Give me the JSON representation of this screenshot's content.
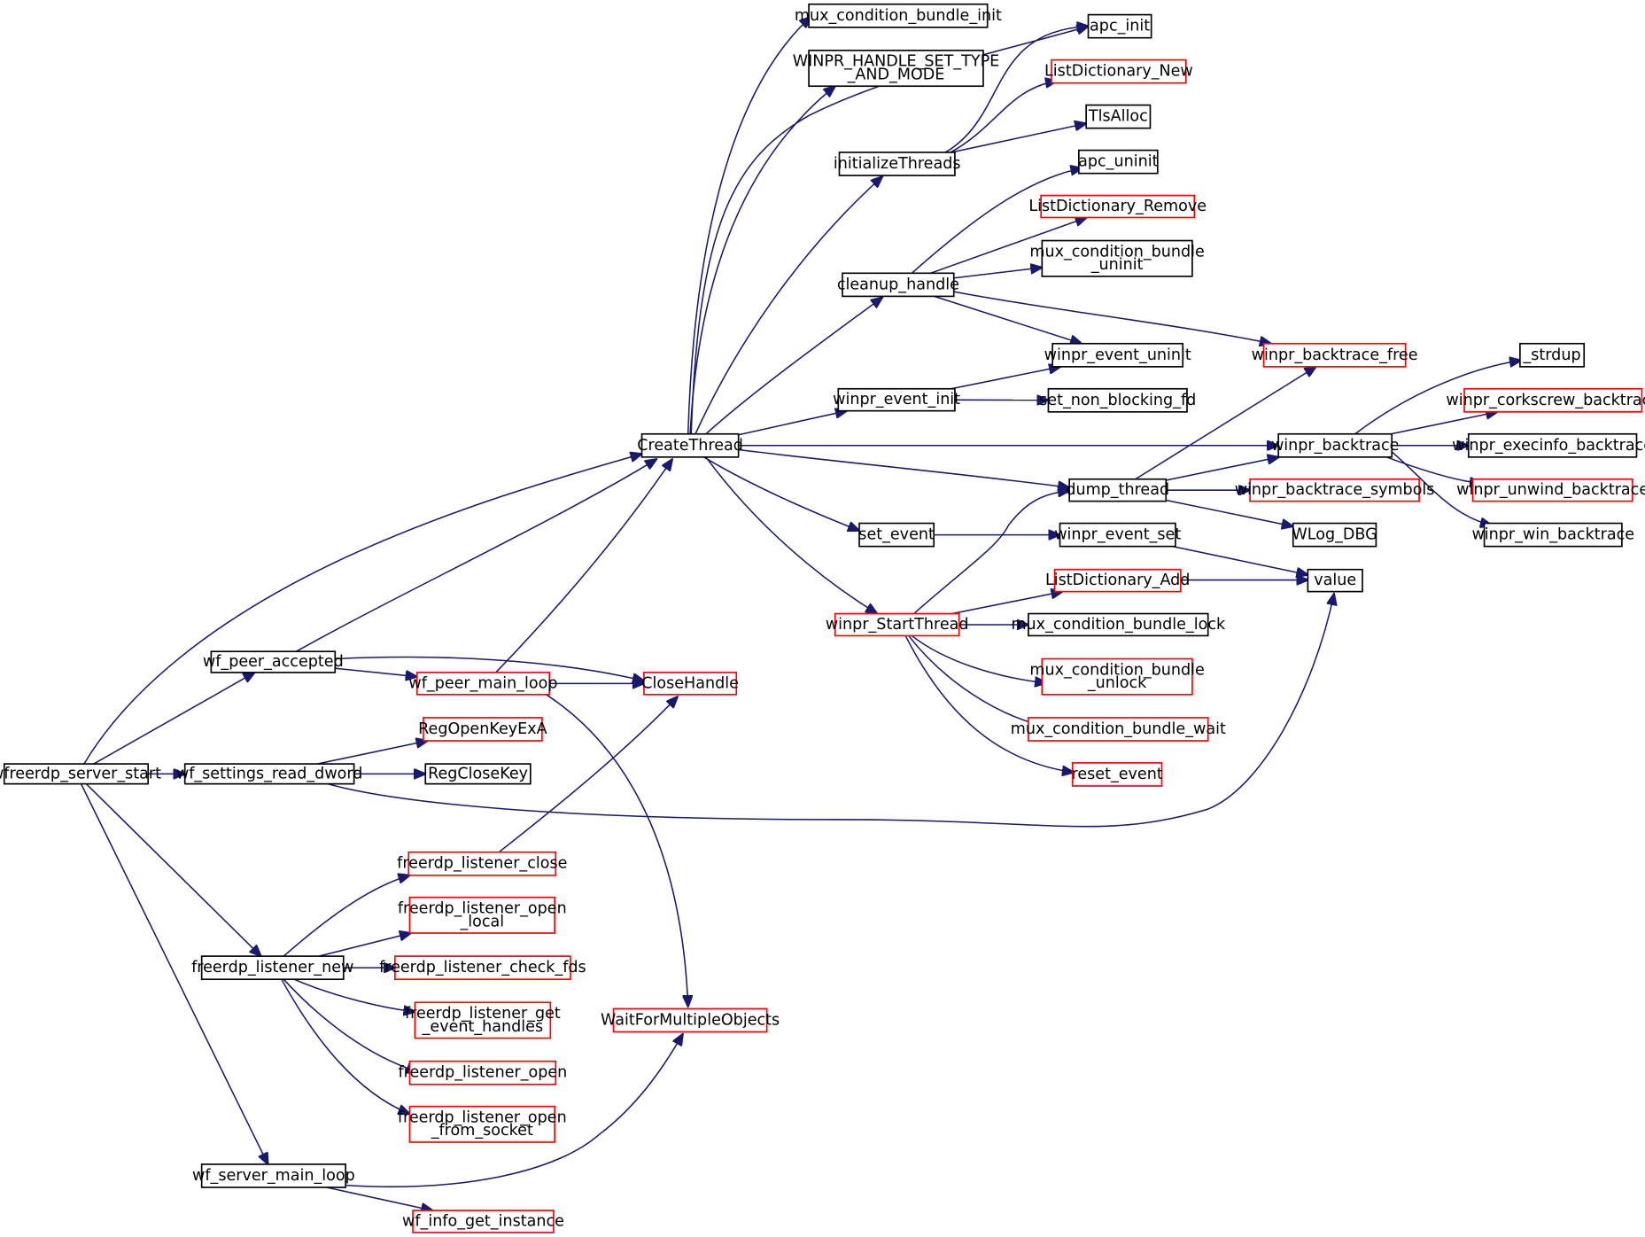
{
  "colors": {
    "edge": "#191970",
    "root_fill": "#bfbfbf",
    "default_border": "#000000",
    "truncated_border": "#ff0000"
  },
  "nodes": [
    {
      "id": "wfreerdp_server_start",
      "lines": [
        "wfreerdp_server_start"
      ],
      "root": true,
      "truncated": false
    },
    {
      "id": "wf_peer_accepted",
      "lines": [
        "wf_peer_accepted"
      ],
      "truncated": false
    },
    {
      "id": "wf_settings_read_dword",
      "lines": [
        "wf_settings_read_dword"
      ],
      "truncated": false
    },
    {
      "id": "freerdp_listener_new",
      "lines": [
        "freerdp_listener_new"
      ],
      "truncated": false
    },
    {
      "id": "wf_server_main_loop",
      "lines": [
        "wf_server_main_loop"
      ],
      "truncated": false
    },
    {
      "id": "wf_peer_main_loop",
      "lines": [
        "wf_peer_main_loop"
      ],
      "truncated": true
    },
    {
      "id": "RegOpenKeyExA",
      "lines": [
        "RegOpenKeyExA"
      ],
      "truncated": true
    },
    {
      "id": "RegCloseKey",
      "lines": [
        "RegCloseKey"
      ],
      "truncated": false
    },
    {
      "id": "freerdp_listener_close",
      "lines": [
        "freerdp_listener_close"
      ],
      "truncated": true
    },
    {
      "id": "freerdp_listener_open_local",
      "lines": [
        "freerdp_listener_open",
        "_local"
      ],
      "truncated": true
    },
    {
      "id": "freerdp_listener_check_fds",
      "lines": [
        "freerdp_listener_check_fds"
      ],
      "truncated": true
    },
    {
      "id": "freerdp_listener_get_event_handles",
      "lines": [
        "freerdp_listener_get",
        "_event_handles"
      ],
      "truncated": true
    },
    {
      "id": "freerdp_listener_open",
      "lines": [
        "freerdp_listener_open"
      ],
      "truncated": true
    },
    {
      "id": "freerdp_listener_open_from_socket",
      "lines": [
        "freerdp_listener_open",
        "_from_socket"
      ],
      "truncated": true
    },
    {
      "id": "wf_info_get_instance",
      "lines": [
        "wf_info_get_instance"
      ],
      "truncated": true
    },
    {
      "id": "CreateThread",
      "lines": [
        "CreateThread"
      ],
      "truncated": false
    },
    {
      "id": "CloseHandle",
      "lines": [
        "CloseHandle"
      ],
      "truncated": true
    },
    {
      "id": "WaitForMultipleObjects",
      "lines": [
        "WaitForMultipleObjects"
      ],
      "truncated": true
    },
    {
      "id": "mux_condition_bundle_init",
      "lines": [
        "mux_condition_bundle_init"
      ],
      "truncated": false
    },
    {
      "id": "WINPR_HANDLE_SET_TYPE_AND_MODE",
      "lines": [
        "WINPR_HANDLE_SET_TYPE",
        "_AND_MODE"
      ],
      "truncated": false
    },
    {
      "id": "initializeThreads",
      "lines": [
        "initializeThreads"
      ],
      "truncated": false
    },
    {
      "id": "cleanup_handle",
      "lines": [
        "cleanup_handle"
      ],
      "truncated": false
    },
    {
      "id": "winpr_event_init",
      "lines": [
        "winpr_event_init"
      ],
      "truncated": false
    },
    {
      "id": "set_event",
      "lines": [
        "set_event"
      ],
      "truncated": false
    },
    {
      "id": "winpr_StartThread",
      "lines": [
        "winpr_StartThread"
      ],
      "truncated": true
    },
    {
      "id": "apc_init",
      "lines": [
        "apc_init"
      ],
      "truncated": false
    },
    {
      "id": "ListDictionary_New",
      "lines": [
        "ListDictionary_New"
      ],
      "truncated": true
    },
    {
      "id": "TlsAlloc",
      "lines": [
        "TlsAlloc"
      ],
      "truncated": false
    },
    {
      "id": "apc_uninit",
      "lines": [
        "apc_uninit"
      ],
      "truncated": false
    },
    {
      "id": "ListDictionary_Remove",
      "lines": [
        "ListDictionary_Remove"
      ],
      "truncated": true
    },
    {
      "id": "mux_condition_bundle_uninit",
      "lines": [
        "mux_condition_bundle",
        "_uninit"
      ],
      "truncated": false
    },
    {
      "id": "winpr_event_uninit",
      "lines": [
        "winpr_event_uninit"
      ],
      "truncated": false
    },
    {
      "id": "set_non_blocking_fd",
      "lines": [
        "set_non_blocking_fd"
      ],
      "truncated": false
    },
    {
      "id": "dump_thread",
      "lines": [
        "dump_thread"
      ],
      "truncated": false
    },
    {
      "id": "winpr_event_set",
      "lines": [
        "winpr_event_set"
      ],
      "truncated": false
    },
    {
      "id": "ListDictionary_Add",
      "lines": [
        "ListDictionary_Add"
      ],
      "truncated": true
    },
    {
      "id": "mux_condition_bundle_lock",
      "lines": [
        "mux_condition_bundle_lock"
      ],
      "truncated": false
    },
    {
      "id": "mux_condition_bundle_unlock",
      "lines": [
        "mux_condition_bundle",
        "_unlock"
      ],
      "truncated": true
    },
    {
      "id": "mux_condition_bundle_wait",
      "lines": [
        "mux_condition_bundle_wait"
      ],
      "truncated": true
    },
    {
      "id": "reset_event",
      "lines": [
        "reset_event"
      ],
      "truncated": true
    },
    {
      "id": "winpr_backtrace_free",
      "lines": [
        "winpr_backtrace_free"
      ],
      "truncated": true
    },
    {
      "id": "winpr_backtrace",
      "lines": [
        "winpr_backtrace"
      ],
      "truncated": false
    },
    {
      "id": "winpr_backtrace_symbols",
      "lines": [
        "winpr_backtrace_symbols"
      ],
      "truncated": true
    },
    {
      "id": "WLog_DBG",
      "lines": [
        "WLog_DBG"
      ],
      "truncated": false
    },
    {
      "id": "value",
      "lines": [
        "value"
      ],
      "truncated": false
    },
    {
      "id": "_strdup",
      "lines": [
        "_strdup"
      ],
      "truncated": false
    },
    {
      "id": "winpr_corkscrew_backtrace",
      "lines": [
        "winpr_corkscrew_backtrace"
      ],
      "truncated": true
    },
    {
      "id": "winpr_execinfo_backtrace",
      "lines": [
        "winpr_execinfo_backtrace"
      ],
      "truncated": false
    },
    {
      "id": "winpr_unwind_backtrace",
      "lines": [
        "winpr_unwind_backtrace"
      ],
      "truncated": true
    },
    {
      "id": "winpr_win_backtrace",
      "lines": [
        "winpr_win_backtrace"
      ],
      "truncated": false
    }
  ],
  "edges": [
    {
      "from": "wfreerdp_server_start",
      "to": "CreateThread"
    },
    {
      "from": "wfreerdp_server_start",
      "to": "wf_peer_accepted"
    },
    {
      "from": "wfreerdp_server_start",
      "to": "wf_settings_read_dword"
    },
    {
      "from": "wfreerdp_server_start",
      "to": "freerdp_listener_new"
    },
    {
      "from": "wfreerdp_server_start",
      "to": "wf_server_main_loop"
    },
    {
      "from": "wf_peer_accepted",
      "to": "CreateThread"
    },
    {
      "from": "wf_peer_accepted",
      "to": "CloseHandle"
    },
    {
      "from": "wf_peer_accepted",
      "to": "wf_peer_main_loop"
    },
    {
      "from": "wf_peer_main_loop",
      "to": "CreateThread"
    },
    {
      "from": "wf_peer_main_loop",
      "to": "CloseHandle"
    },
    {
      "from": "wf_peer_main_loop",
      "to": "WaitForMultipleObjects"
    },
    {
      "from": "wf_settings_read_dword",
      "to": "RegOpenKeyExA"
    },
    {
      "from": "wf_settings_read_dword",
      "to": "RegCloseKey"
    },
    {
      "from": "wf_settings_read_dword",
      "to": "value"
    },
    {
      "from": "freerdp_listener_new",
      "to": "freerdp_listener_close"
    },
    {
      "from": "freerdp_listener_new",
      "to": "freerdp_listener_open_local"
    },
    {
      "from": "freerdp_listener_new",
      "to": "freerdp_listener_check_fds"
    },
    {
      "from": "freerdp_listener_new",
      "to": "freerdp_listener_get_event_handles"
    },
    {
      "from": "freerdp_listener_new",
      "to": "freerdp_listener_open"
    },
    {
      "from": "freerdp_listener_new",
      "to": "freerdp_listener_open_from_socket"
    },
    {
      "from": "freerdp_listener_close",
      "to": "CloseHandle"
    },
    {
      "from": "wf_server_main_loop",
      "to": "WaitForMultipleObjects"
    },
    {
      "from": "wf_server_main_loop",
      "to": "wf_info_get_instance"
    },
    {
      "from": "CreateThread",
      "to": "mux_condition_bundle_init"
    },
    {
      "from": "CreateThread",
      "to": "WINPR_HANDLE_SET_TYPE_AND_MODE"
    },
    {
      "from": "CreateThread",
      "to": "apc_init"
    },
    {
      "from": "CreateThread",
      "to": "initializeThreads"
    },
    {
      "from": "CreateThread",
      "to": "cleanup_handle"
    },
    {
      "from": "CreateThread",
      "to": "winpr_event_init"
    },
    {
      "from": "CreateThread",
      "to": "winpr_backtrace"
    },
    {
      "from": "CreateThread",
      "to": "dump_thread"
    },
    {
      "from": "CreateThread",
      "to": "set_event"
    },
    {
      "from": "CreateThread",
      "to": "winpr_StartThread"
    },
    {
      "from": "initializeThreads",
      "to": "apc_init"
    },
    {
      "from": "initializeThreads",
      "to": "ListDictionary_New"
    },
    {
      "from": "initializeThreads",
      "to": "TlsAlloc"
    },
    {
      "from": "cleanup_handle",
      "to": "apc_uninit"
    },
    {
      "from": "cleanup_handle",
      "to": "ListDictionary_Remove"
    },
    {
      "from": "cleanup_handle",
      "to": "mux_condition_bundle_uninit"
    },
    {
      "from": "cleanup_handle",
      "to": "winpr_event_uninit"
    },
    {
      "from": "cleanup_handle",
      "to": "winpr_backtrace_free"
    },
    {
      "from": "winpr_event_init",
      "to": "winpr_event_uninit"
    },
    {
      "from": "winpr_event_init",
      "to": "set_non_blocking_fd"
    },
    {
      "from": "set_event",
      "to": "winpr_event_set"
    },
    {
      "from": "winpr_event_set",
      "to": "value"
    },
    {
      "from": "winpr_StartThread",
      "to": "dump_thread"
    },
    {
      "from": "winpr_StartThread",
      "to": "ListDictionary_Add"
    },
    {
      "from": "winpr_StartThread",
      "to": "mux_condition_bundle_lock"
    },
    {
      "from": "winpr_StartThread",
      "to": "mux_condition_bundle_unlock"
    },
    {
      "from": "winpr_StartThread",
      "to": "mux_condition_bundle_wait"
    },
    {
      "from": "winpr_StartThread",
      "to": "reset_event"
    },
    {
      "from": "ListDictionary_Add",
      "to": "value"
    },
    {
      "from": "dump_thread",
      "to": "winpr_backtrace_free"
    },
    {
      "from": "dump_thread",
      "to": "winpr_backtrace"
    },
    {
      "from": "dump_thread",
      "to": "winpr_backtrace_symbols"
    },
    {
      "from": "dump_thread",
      "to": "WLog_DBG"
    },
    {
      "from": "winpr_backtrace",
      "to": "_strdup"
    },
    {
      "from": "winpr_backtrace",
      "to": "winpr_corkscrew_backtrace"
    },
    {
      "from": "winpr_backtrace",
      "to": "winpr_execinfo_backtrace"
    },
    {
      "from": "winpr_backtrace",
      "to": "winpr_unwind_backtrace"
    },
    {
      "from": "winpr_backtrace",
      "to": "winpr_win_backtrace"
    }
  ]
}
